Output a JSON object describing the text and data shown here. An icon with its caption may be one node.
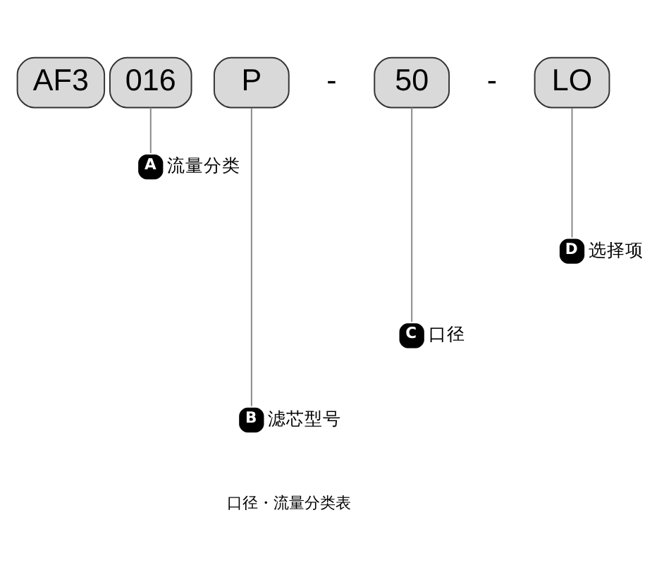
{
  "diagram": {
    "nodes": [
      {
        "text": [
          "AF3"
        ]
      },
      {
        "text": [
          "016"
        ]
      },
      {
        "text": [
          "P"
        ]
      },
      {
        "text": [
          "50"
        ]
      },
      {
        "text": [
          "LO"
        ]
      },
      {
        "text": [
          "A"
        ],
        "beside": [
          "流量分类"
        ]
      },
      {
        "text": [
          "D"
        ],
        "beside": [
          "选择项"
        ]
      },
      {
        "text": [
          "C"
        ],
        "beside": [
          "口径"
        ]
      },
      {
        "text": [
          "B"
        ],
        "beside": [
          "滤芯型号"
        ]
      }
    ],
    "edges": [
      {
        "from": 1,
        "to": 5,
        "arrow": "none"
      },
      {
        "from": 4,
        "to": 6,
        "arrow": "none"
      },
      {
        "from": 3,
        "to": 7,
        "arrow": "none"
      },
      {
        "from": 2,
        "to": 8,
        "arrow": "none"
      }
    ],
    "labels": [
      "-",
      "-",
      "口径・流量分类表"
    ]
  }
}
